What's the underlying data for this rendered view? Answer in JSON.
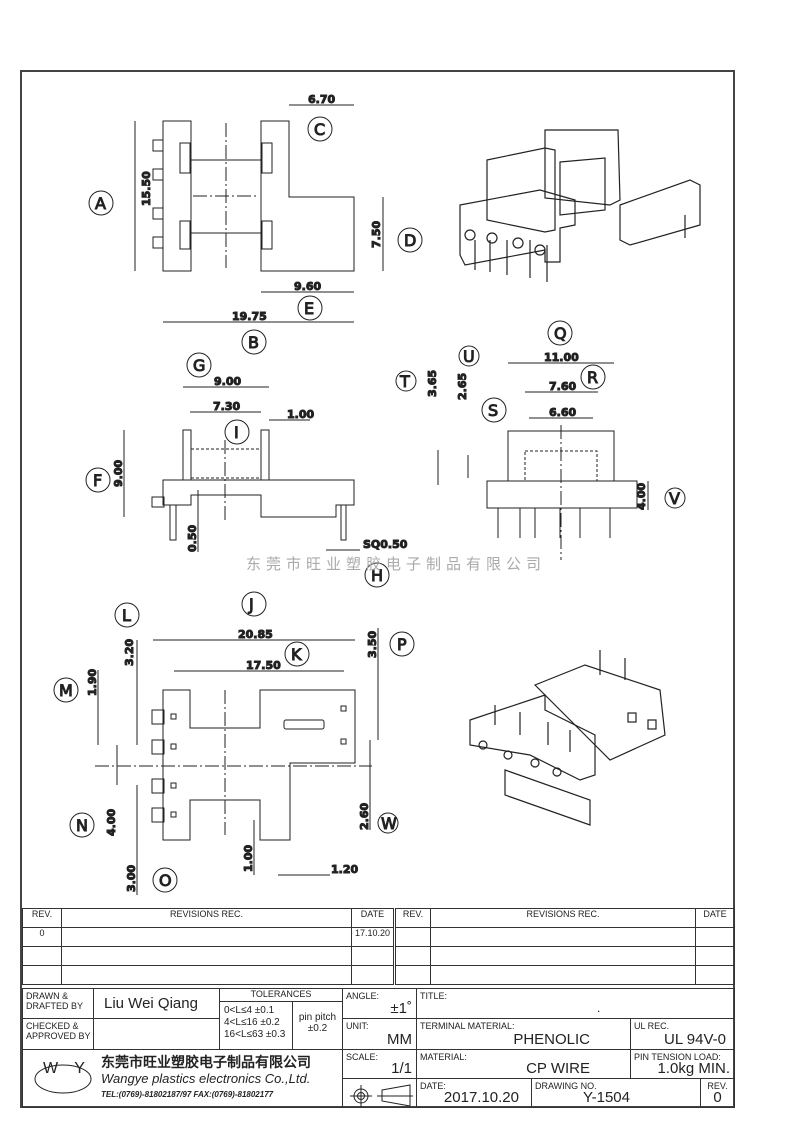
{
  "watermark": "东莞市旺业塑胶电子制品有限公司",
  "views": {
    "top_view": {
      "labels": [
        "A",
        "B",
        "C",
        "D",
        "E"
      ],
      "dims": {
        "A": "15.50",
        "B": "19.75",
        "C": "6.70",
        "D": "7.50",
        "E": "9.60"
      }
    },
    "side_view": {
      "labels": [
        "F",
        "G",
        "H",
        "I"
      ],
      "dims": {
        "F": "9.00",
        "G": "9.00",
        "G2": "7.30",
        "I": "1.00",
        "pin": "0.50",
        "H": "SQ0.50"
      }
    },
    "end_view": {
      "labels": [
        "Q",
        "R",
        "S",
        "T",
        "U",
        "V"
      ],
      "dims": {
        "Q": "11.00",
        "R": "7.60",
        "S": "6.60",
        "T": "3.65",
        "U": "2.65",
        "V": "4.00"
      }
    },
    "bottom_view": {
      "labels": [
        "J",
        "K",
        "L",
        "M",
        "N",
        "O",
        "P",
        "W"
      ],
      "dims": {
        "J": "20.85",
        "K": "17.50",
        "L": "3.20",
        "M": "1.90",
        "N": "4.00",
        "O": "3.00",
        "P": "3.50",
        "W": "2.60",
        "X": "1.00",
        "Y": "1.20"
      }
    }
  },
  "revisions": {
    "headers": [
      "REV.",
      "REVISIONS   REC.",
      "DATE",
      "REV.",
      "REVISIONS   REC.",
      "DATE"
    ],
    "rows": [
      [
        "0",
        "",
        "17.10.20",
        "",
        "",
        ""
      ],
      [
        "",
        "",
        "",
        "",
        "",
        ""
      ],
      [
        "",
        "",
        "",
        "",
        "",
        ""
      ]
    ]
  },
  "title_block": {
    "drawn_label": "DRAWN &\nDRAFTED BY",
    "drawn_by": "Liu Wei Qiang",
    "checked_label": "CHECKED &\nAPPROVED BY",
    "checked_by": "",
    "tolerances_label": "TOLERANCES",
    "tolerances": [
      "0<L≤4   ±0.1",
      "4<L≤16  ±0.2",
      "16<L≤63 ±0.3"
    ],
    "pin_pitch_label": "pin  pitch",
    "pin_pitch_value": "±0.2",
    "angle_label": "ANGLE:",
    "angle_value": "±1˚",
    "unit_label": "UNIT:",
    "unit_value": "MM",
    "scale_label": "SCALE:",
    "scale_value": "1/1",
    "title_label": "TITLE:",
    "title_value": ".",
    "terminal_label": "TERMINAL MATERIAL:",
    "terminal_value": "PHENOLIC",
    "ul_label": "UL REC.",
    "ul_value": "UL 94V-0",
    "material_label": "MATERIAL:",
    "material_value": "CP WIRE",
    "pin_tension_label": "PIN TENSION LOAD:",
    "pin_tension_value": "1.0kg MIN.",
    "date_label": "DATE:",
    "date_value": "2017.10.20",
    "drawing_no_label": "DRAWING NO.",
    "drawing_no_value": "Y-1504",
    "rev_label": "REV.",
    "rev_value": "0",
    "company_logo": "W  Y",
    "company_cn": "东莞市旺业塑胶电子制品有限公司",
    "company_en": "Wangye plastics electronics Co.,Ltd.",
    "company_contact": "TEL:(0769)-81802187/97  FAX:(0769)-81802177"
  }
}
